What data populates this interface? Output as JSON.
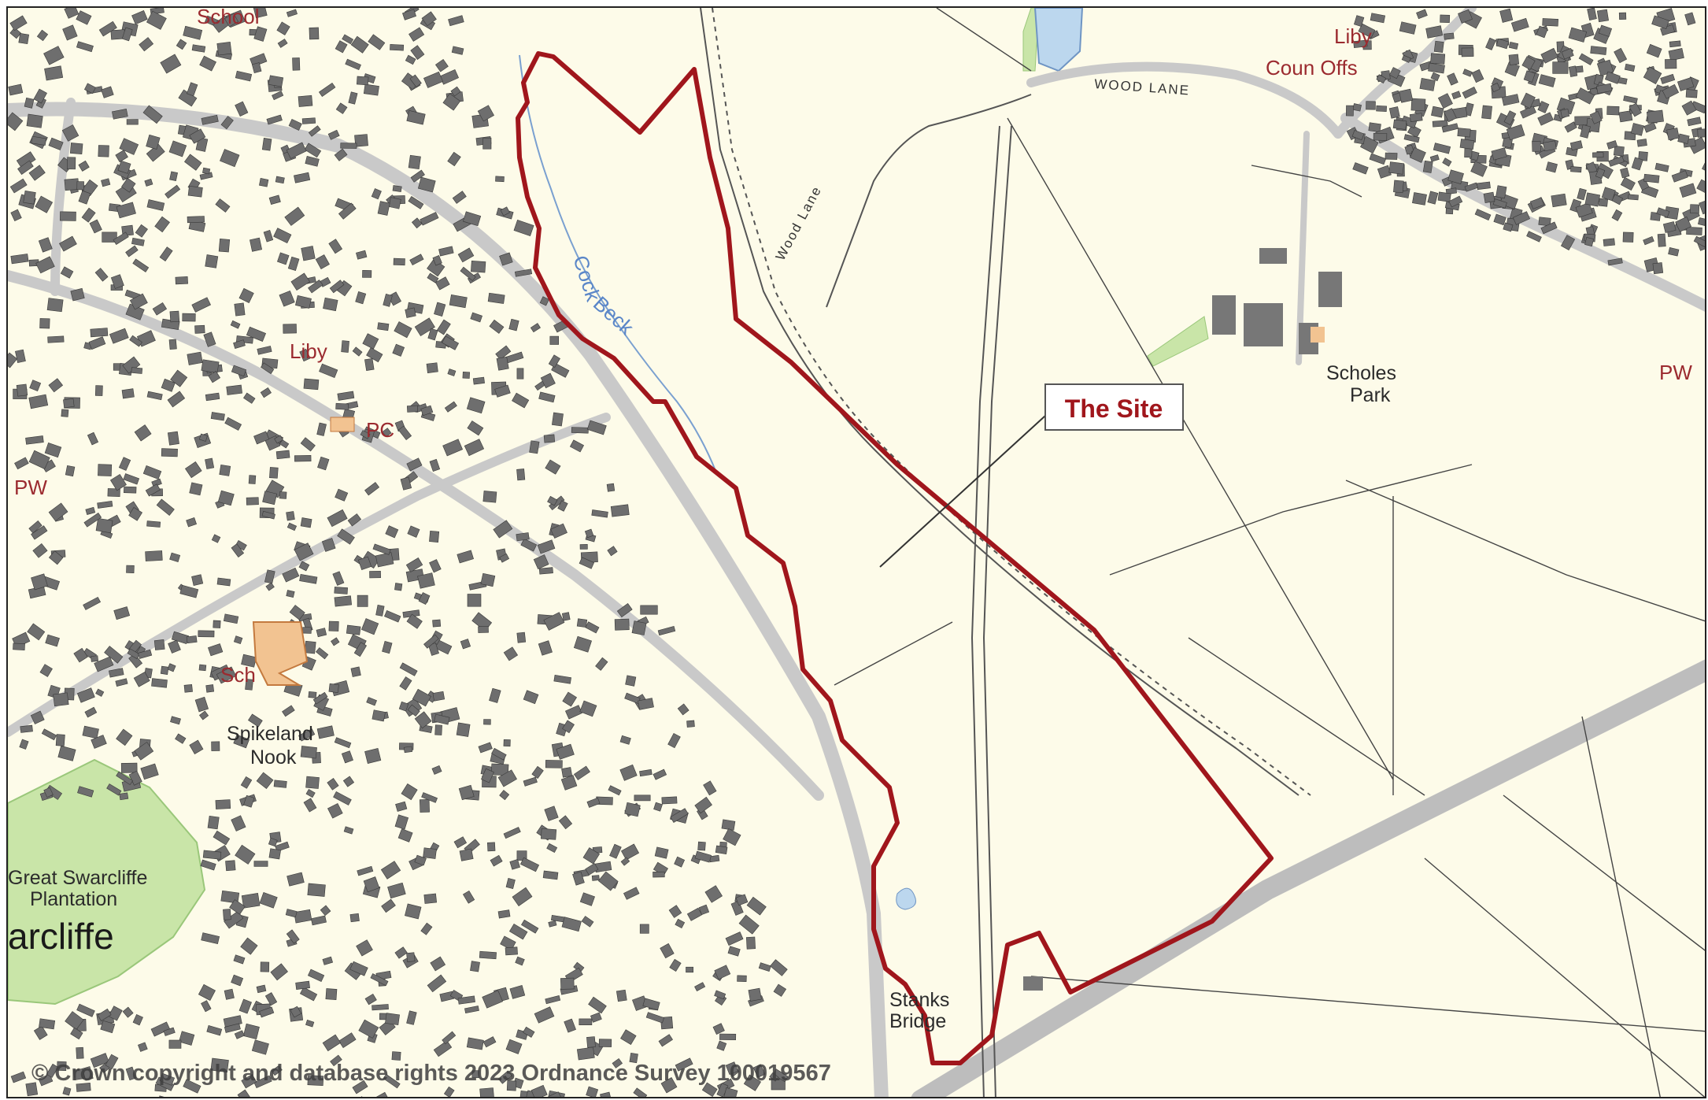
{
  "map": {
    "callout": {
      "label": "The Site"
    },
    "labels": {
      "school_top": "School",
      "liby_top": "Liby",
      "coun_offs": "Coun Offs",
      "pw_right": "PW",
      "liby_left": "Liby",
      "pw_left": "PW",
      "pc": "PC",
      "sch": "Sch",
      "spikeland_1": "Spikeland",
      "spikeland_2": "Nook",
      "great_swarcliffe_1": "Great Swarcliffe",
      "great_swarcliffe_2": "Plantation",
      "swarcliffe": "arcliffe",
      "scholes_1": "Scholes",
      "scholes_2": "Park",
      "wood_lane_top": "WOOD LANE",
      "wood_lane_diag": "Wood Lane",
      "cock_1": "Cock",
      "cock_2": "Beck",
      "stanks_1": "Stanks",
      "stanks_2": "Bridge"
    },
    "copyright": "© Crown copyright and database rights 2023 Ordnance Survey 100019567",
    "colors": {
      "background": "#fdfbe9",
      "site_boundary": "#a0161c",
      "building": "#6e6e6e",
      "road": "#c9c9c9",
      "woodland": "#c9e5a8",
      "water": "#bcd7ee",
      "school_building": "#f2c391",
      "label_red": "#9b2a2f"
    },
    "icons": {
      "building_block": "gray-rectangle",
      "woodland_area": "green-polygon"
    }
  }
}
